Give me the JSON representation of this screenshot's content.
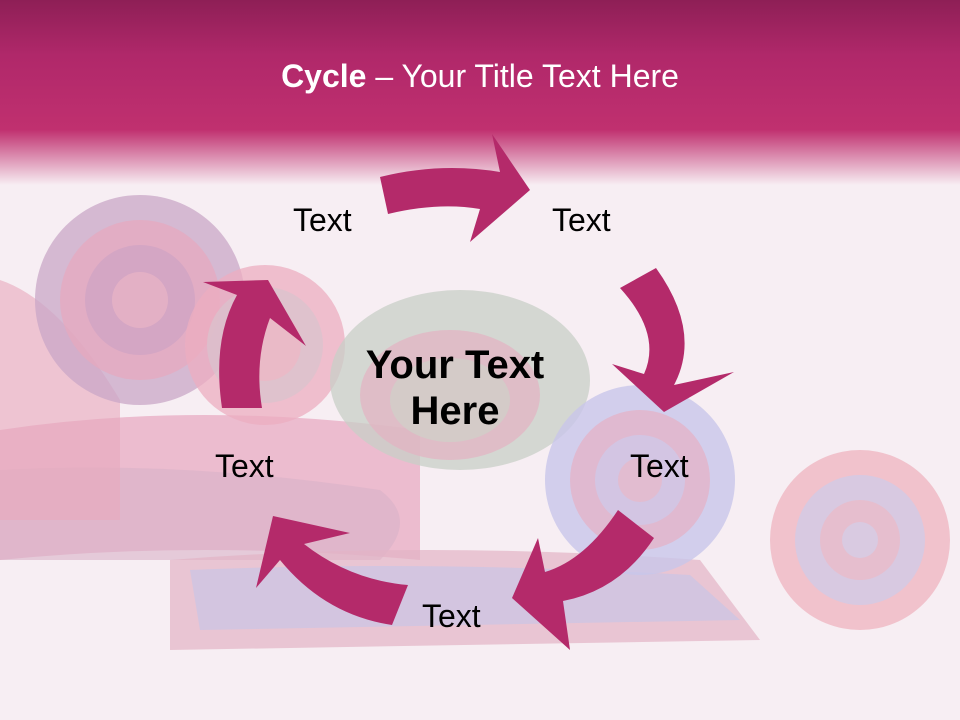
{
  "title": {
    "bold": "Cycle",
    "rest": " – Your Title Text Here"
  },
  "center_text": {
    "line1": "Your Text",
    "line2": "Here"
  },
  "items": [
    "Text",
    "Text",
    "Text",
    "Text",
    "Text"
  ],
  "colors": {
    "accent": "#b0286a",
    "header_dark": "#8e1f56",
    "arrow": "#b42a6a"
  }
}
